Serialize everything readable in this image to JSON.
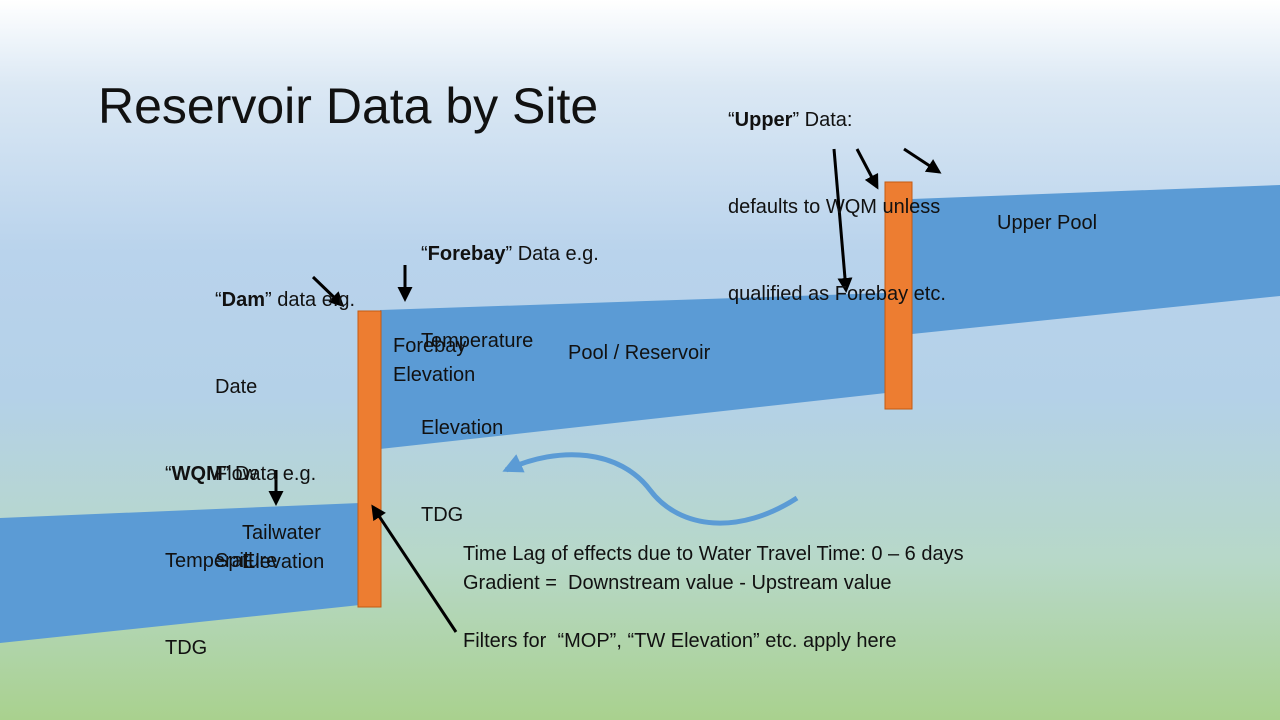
{
  "title": "Reservoir Data by Site",
  "colors": {
    "water": "#5b9bd5",
    "dam": "#ed7d31",
    "dam_border": "#c55a11",
    "arrow": "#000000",
    "flow_arrow": "#5b9bd5"
  },
  "upper_note": {
    "quote_open": "“",
    "bold": "Upper",
    "rest": "” Data:",
    "line2": "defaults to WQM unless",
    "line3": "qualified as Forebay etc."
  },
  "forebay_note": {
    "quote_open": "“",
    "bold": "Forebay",
    "rest": "” Data e.g.",
    "lines": [
      "Temperature",
      "Elevation",
      "TDG"
    ]
  },
  "dam_note": {
    "quote_open": "“",
    "bold": "Dam",
    "rest": "” data e.g.",
    "lines": [
      "Date",
      "Flow",
      "Spill"
    ]
  },
  "wqm_note": {
    "quote_open": "“",
    "bold": "WQM",
    "rest": "” Data e.g.",
    "lines": [
      "Temperature",
      "TDG"
    ]
  },
  "labels": {
    "upper_pool": "Upper Pool",
    "pool_reservoir": "Pool / Reservoir",
    "forebay_elevation": [
      "Forebay",
      "Elevation"
    ],
    "tailwater_elevation": [
      "Tailwater",
      "Elevation"
    ]
  },
  "notes": {
    "time_lag": "Time Lag of effects due to Water Travel Time: 0 – 6 days",
    "gradient": "Gradient =  Downstream value - Upstream value",
    "filters": "Filters for  “MOP”, “TW Elevation” etc. apply here"
  }
}
